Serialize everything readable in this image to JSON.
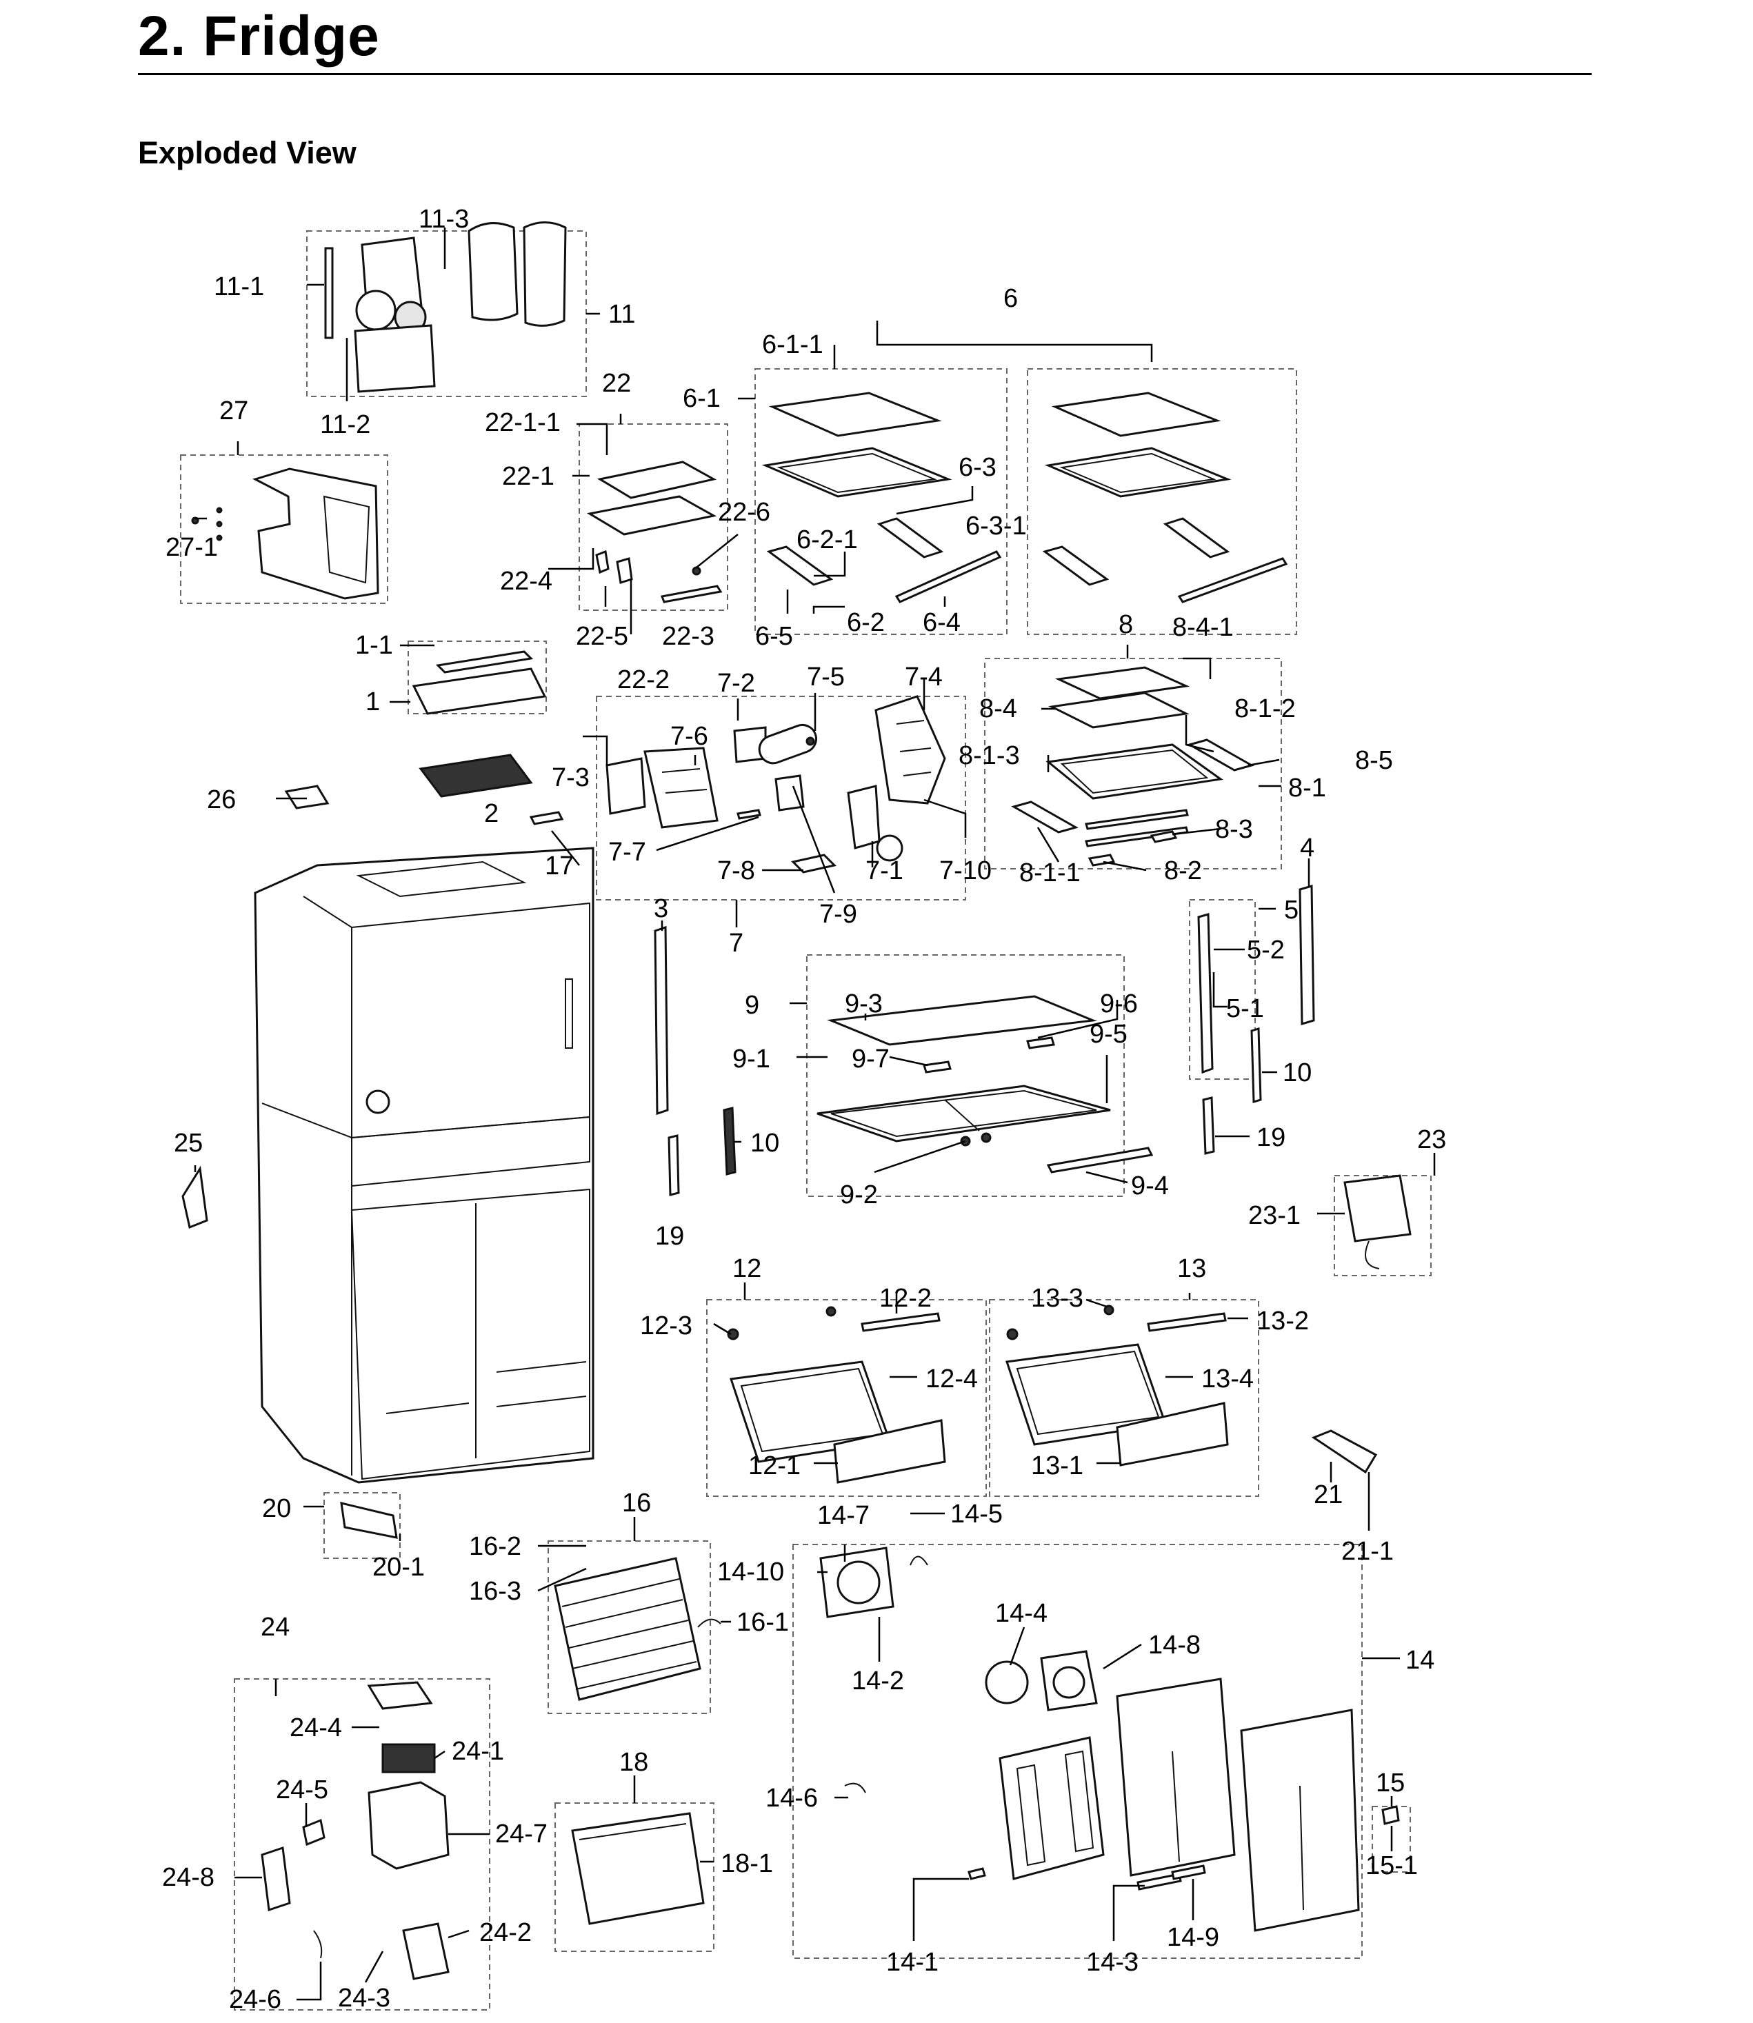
{
  "header": {
    "title": "2.  Fridge",
    "subtitle": "Exploded View"
  },
  "callouts": [
    "11-3",
    "11-1",
    "11",
    "11-2",
    "27",
    "27-1",
    "22",
    "22-1-1",
    "22-1",
    "22-6",
    "22-4",
    "22-5",
    "22-3",
    "22-2",
    "6",
    "6-1-1",
    "6-1",
    "6-3",
    "6-3-1",
    "6-2-1",
    "6-5",
    "6-2",
    "6-4",
    "1-1",
    "1",
    "2",
    "26",
    "17",
    "7-2",
    "7-5",
    "7-4",
    "7-6",
    "7-3",
    "7-7",
    "7-8",
    "7-9",
    "7-1",
    "7-10",
    "7",
    "8",
    "8-4-1",
    "8-4",
    "8-1-2",
    "8-1-3",
    "8-5",
    "8-1",
    "8-3",
    "8-2",
    "8-1-1",
    "4",
    "5",
    "5-2",
    "5-1",
    "10",
    "19",
    "3",
    "9",
    "9-3",
    "9-6",
    "9-1",
    "9-7",
    "9-5",
    "9-2",
    "9-4",
    "10",
    "19",
    "25",
    "23",
    "23-1",
    "12",
    "12-2",
    "12-3",
    "12-4",
    "12-1",
    "13",
    "13-3",
    "13-2",
    "13-4",
    "13-1",
    "21",
    "21-1",
    "20",
    "20-1",
    "16",
    "16-2",
    "16-3",
    "16-1",
    "14-7",
    "14-5",
    "14-10",
    "14-2",
    "14-4",
    "14-8",
    "14",
    "14-6",
    "14-1",
    "14-3",
    "14-9",
    "15",
    "15-1",
    "24",
    "24-4",
    "24-1",
    "24-5",
    "24-7",
    "24-8",
    "24-2",
    "24-6",
    "24-3",
    "18",
    "18-1"
  ]
}
